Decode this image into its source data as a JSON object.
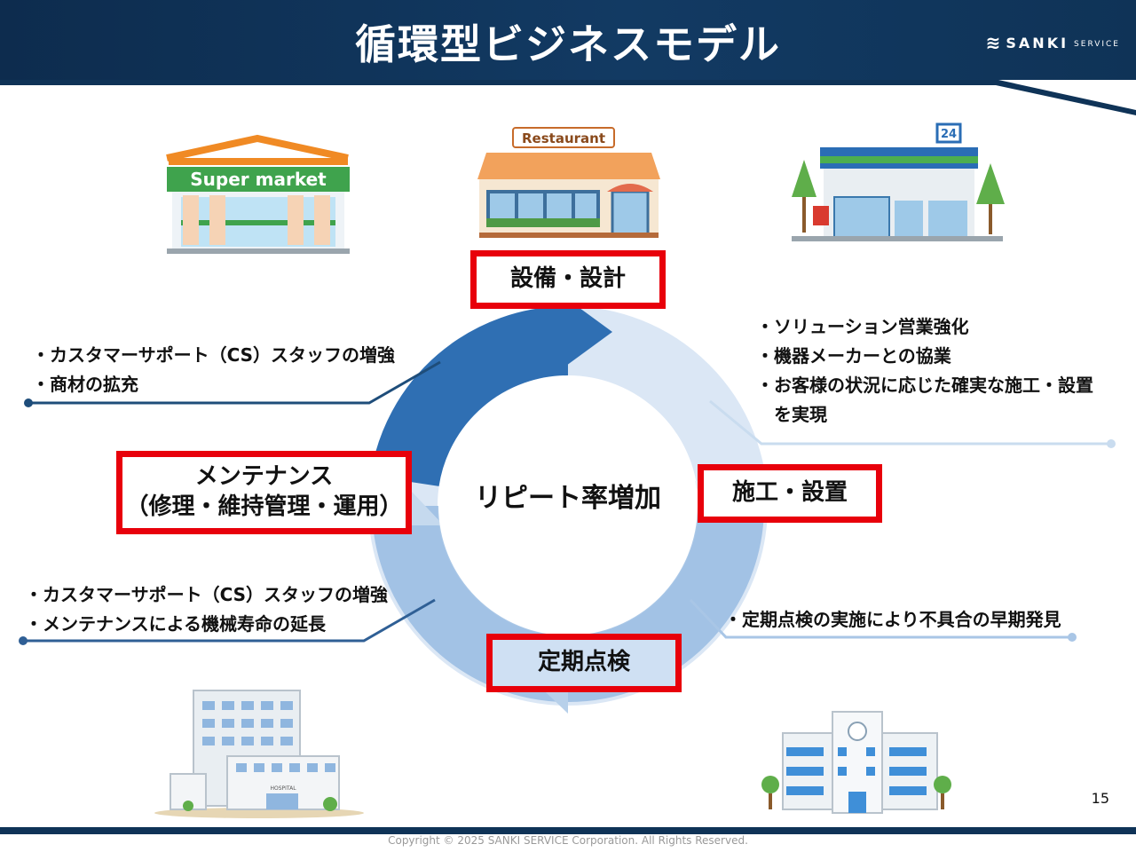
{
  "header": {
    "title": "循環型ビジネスモデル",
    "logo_name": "SANKI",
    "logo_sub": "SERVICE"
  },
  "illustrations": {
    "supermarket_sign": "Super market",
    "restaurant_sign": "Restaurant",
    "convenience_store_sign": "24",
    "hospital_sign": "HOSPITAL"
  },
  "cycle": {
    "center": "リピート率増加",
    "stages": {
      "design": "設備・設計",
      "install": "施工・設置",
      "inspect": "定期点検",
      "maint_line1": "メンテナンス",
      "maint_line2": "（修理・維持管理・運用）"
    }
  },
  "notes": {
    "top_left": [
      "・カスタマーサポート（CS）スタッフの増強",
      "・商材の拡充"
    ],
    "top_right": [
      "・ソリューション営業強化",
      "・機器メーカーとの協業",
      "・お客様の状況に応じた確実な施工・設置",
      "　を実現"
    ],
    "bottom_left": [
      "・カスタマーサポート（CS）スタッフの増強",
      "・メンテナンスによる機械寿命の延長"
    ],
    "bottom_right": [
      "・定期点検の実施により不具合の早期発見"
    ]
  },
  "page_number": "15",
  "footer": "Copyright © 2025 SANKI SERVICE Corporation. All Rights Reserved.",
  "colors": {
    "header": "#0f3357",
    "highlight_border": "#e8000b",
    "arrow_dark": "#2f6fb3",
    "arrow_light": "#dbe7f5"
  }
}
